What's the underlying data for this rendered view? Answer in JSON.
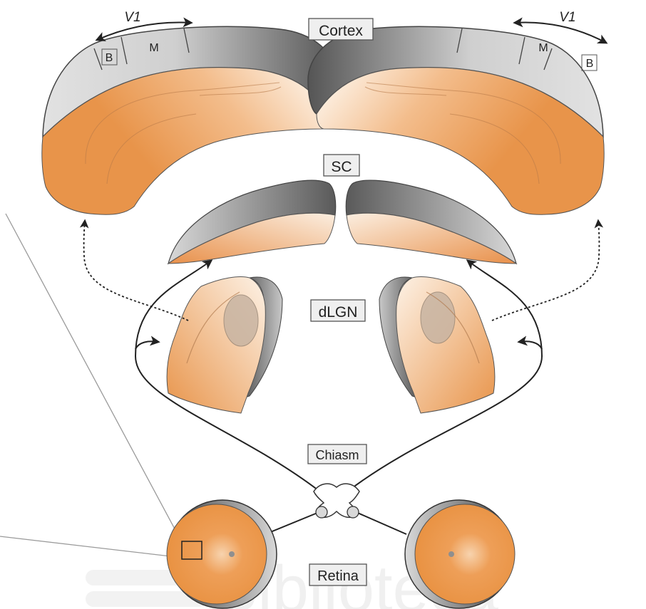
{
  "labels": {
    "cortex": "Cortex",
    "sc": "SC",
    "dlgn": "dLGN",
    "chiasm": "Chiasm",
    "retina": "Retina"
  },
  "cortex_regions": {
    "v1": "V1",
    "binocular": "B",
    "monocular": "M"
  },
  "watermark": "Biblioteca",
  "colors": {
    "tissue_orange": "#e8944a",
    "tissue_light": "#fbeee0",
    "edge_dark_gray": "#6b6b6b",
    "edge_light_gray": "#d4d4d4",
    "label_box_fill": "#efefef",
    "line": "#222222"
  }
}
